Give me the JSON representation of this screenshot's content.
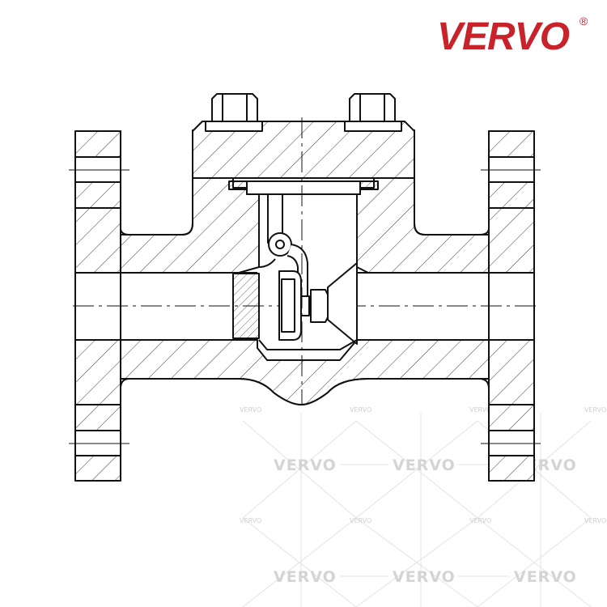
{
  "brand": {
    "name": "VERVO",
    "registered_mark": "®",
    "color": "#c8222a"
  },
  "watermarks": {
    "large": [
      {
        "text": "VERVO"
      },
      {
        "text": "VERVO"
      },
      {
        "text": "VERVO"
      },
      {
        "text": "VERVO"
      },
      {
        "text": "VERVO"
      },
      {
        "text": "VERVO"
      }
    ],
    "small": [
      {
        "text": "VERVO"
      },
      {
        "text": "VERVO"
      },
      {
        "text": "VERVO"
      },
      {
        "text": "VERVO"
      },
      {
        "text": "VERVO"
      },
      {
        "text": "VERVO"
      },
      {
        "text": "VERVO"
      },
      {
        "text": "VERVO"
      }
    ],
    "color": "#d4d4d4"
  },
  "drawing": {
    "subject": "swing-check-valve-cross-section",
    "line_color": "#111111"
  }
}
